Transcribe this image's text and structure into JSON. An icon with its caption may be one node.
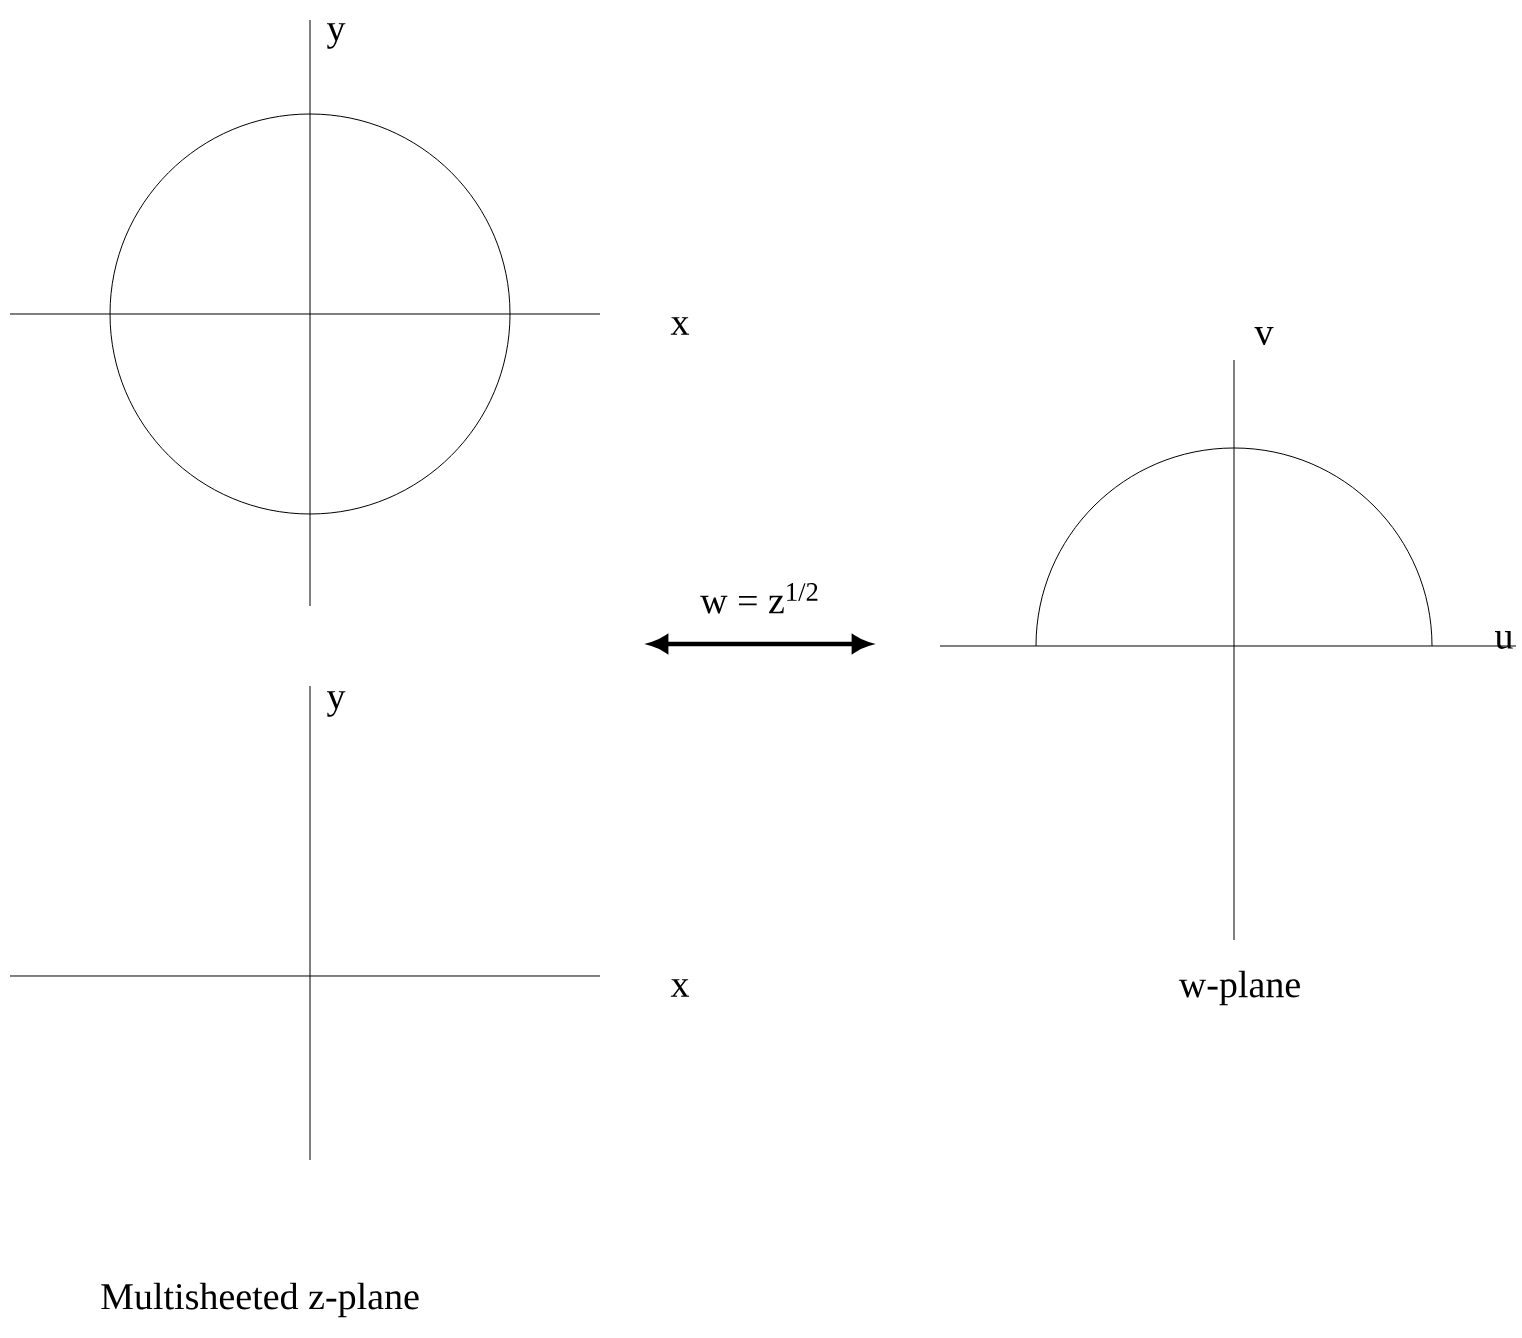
{
  "diagram": {
    "nodes": [
      {
        "text": [
          "Multisheeted z-plane"
        ]
      },
      {
        "text": [
          "w-plane"
        ]
      }
    ],
    "edges": [
      {
        "from": 0,
        "to": 1,
        "arrow": "both",
        "label": "w = z$^{1/2}$"
      }
    ],
    "labels": [
      "y",
      "x",
      "y",
      "x",
      "v",
      "u"
    ]
  }
}
